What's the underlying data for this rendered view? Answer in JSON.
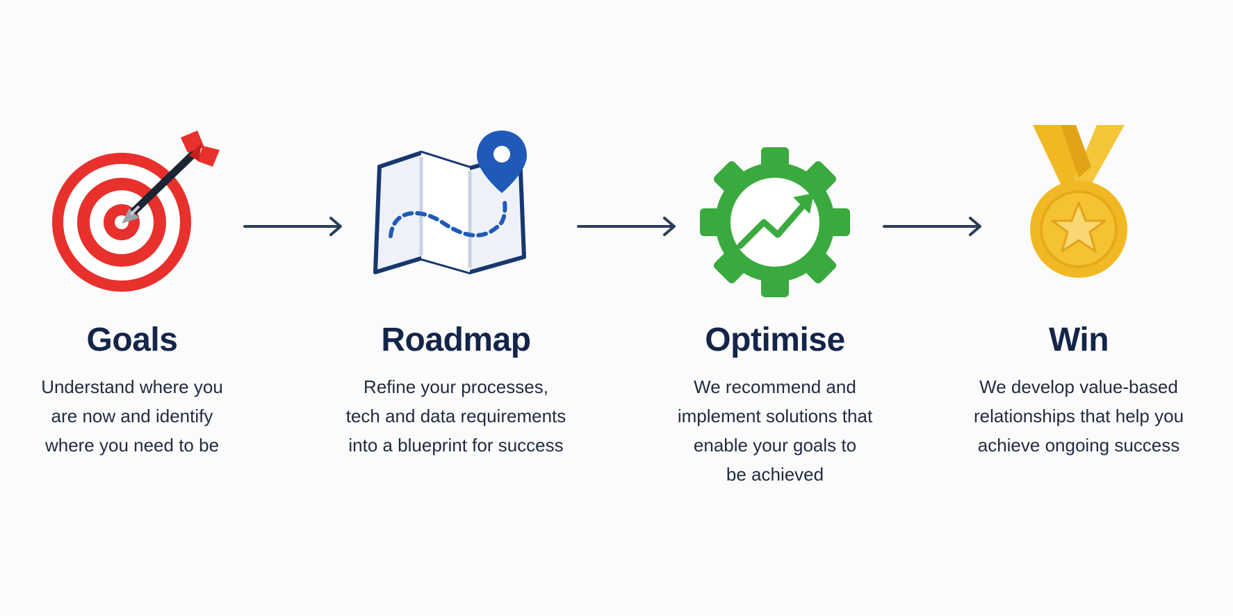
{
  "colors": {
    "heading": "#14254a",
    "body_text": "#1f2b40",
    "arrow": "#2c3e57",
    "target_red": "#e8302c",
    "map_blue": "#1f4f9c",
    "gear_green": "#3aaa3f",
    "medal_gold": "#f2b824"
  },
  "steps": [
    {
      "icon": "target-dart-icon",
      "title": "Goals",
      "lines": [
        "Understand where you",
        "are now and identify",
        "where you need to be"
      ]
    },
    {
      "icon": "map-pin-icon",
      "title": "Roadmap",
      "lines": [
        "Refine your processes,",
        "tech and data requirements",
        "into a blueprint for success"
      ]
    },
    {
      "icon": "gear-growth-icon",
      "title": "Optimise",
      "lines": [
        "We recommend and",
        "implement solutions that",
        "enable your goals to",
        "be achieved"
      ]
    },
    {
      "icon": "medal-star-icon",
      "title": "Win",
      "lines": [
        "We develop value-based",
        "relationships that help you",
        "achieve ongoing success"
      ]
    }
  ]
}
